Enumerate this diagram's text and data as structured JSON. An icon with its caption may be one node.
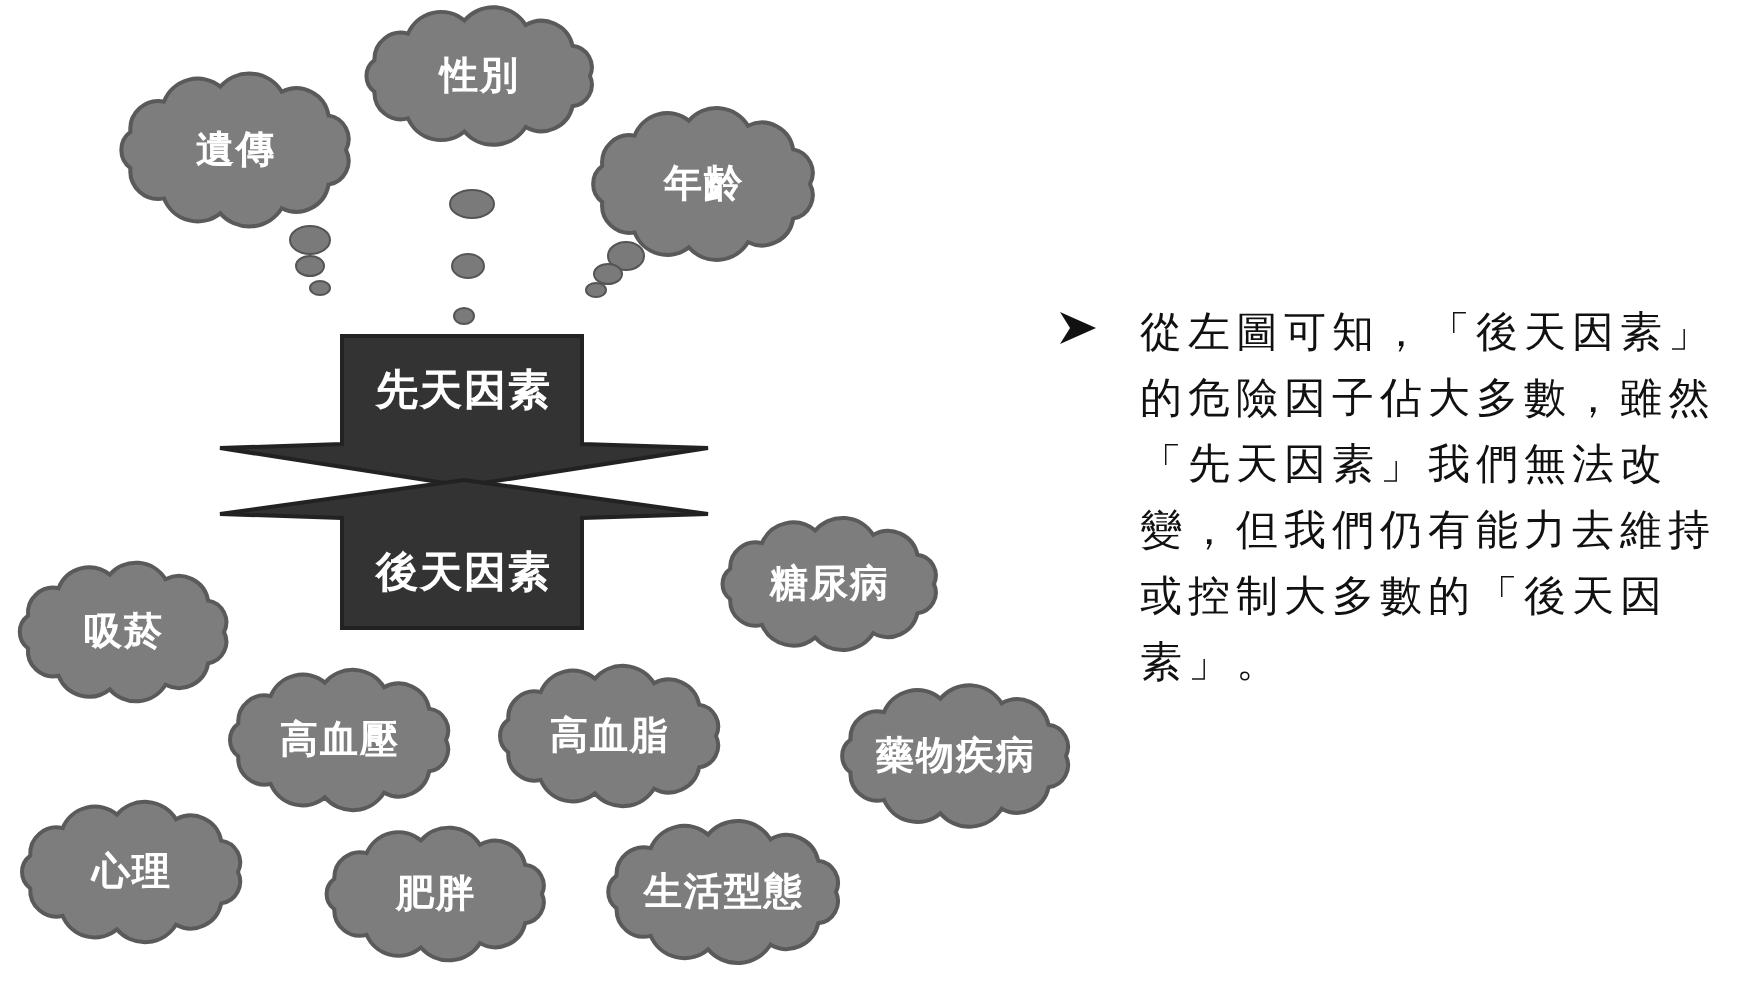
{
  "diagram": {
    "nodes": [
      {
        "text": [
          "遺傳"
        ]
      },
      {
        "text": [
          "性別"
        ]
      },
      {
        "text": [
          "年齡"
        ]
      },
      {
        "text": [
          "先天因素"
        ]
      },
      {
        "text": [
          "後天因素"
        ]
      },
      {
        "text": [
          "吸菸"
        ]
      },
      {
        "text": [
          "糖尿病"
        ]
      },
      {
        "text": [
          "高血壓"
        ]
      },
      {
        "text": [
          "高血脂"
        ]
      },
      {
        "text": [
          "藥物疾病"
        ]
      },
      {
        "text": [
          "心理"
        ]
      },
      {
        "text": [
          "肥胖"
        ]
      },
      {
        "text": [
          "生活型態"
        ]
      }
    ],
    "labels": [
      "從左圖可知，「後天因素」的危險因子佔大多數，雖然「先天因素」我們無法改變，但我們仍有能力去維持或控制大多數的「後天因素」。"
    ]
  }
}
